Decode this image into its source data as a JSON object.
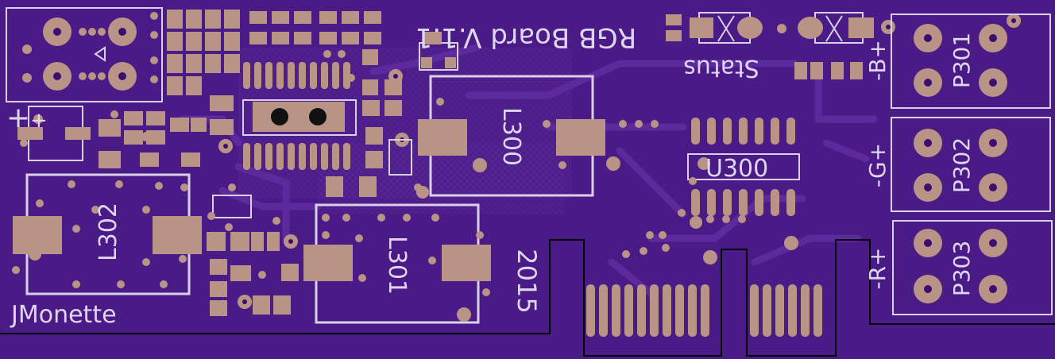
{
  "board": {
    "title": "RGB Board V.1.1",
    "status_label": "Status",
    "author": "JMonette",
    "year": "2015",
    "plus_mark": "+",
    "colors": {
      "board": "#4a1a86",
      "copper": "#b99486",
      "silkscreen": "#d8d0e8",
      "outline": "#000000"
    },
    "connectors": [
      {
        "label": "-B+",
        "ref": "P301"
      },
      {
        "label": "-G+",
        "ref": "P302"
      },
      {
        "label": "-R+",
        "ref": "P303"
      }
    ],
    "inductors": [
      "L300",
      "L301",
      "L302"
    ],
    "ic": "U300"
  }
}
